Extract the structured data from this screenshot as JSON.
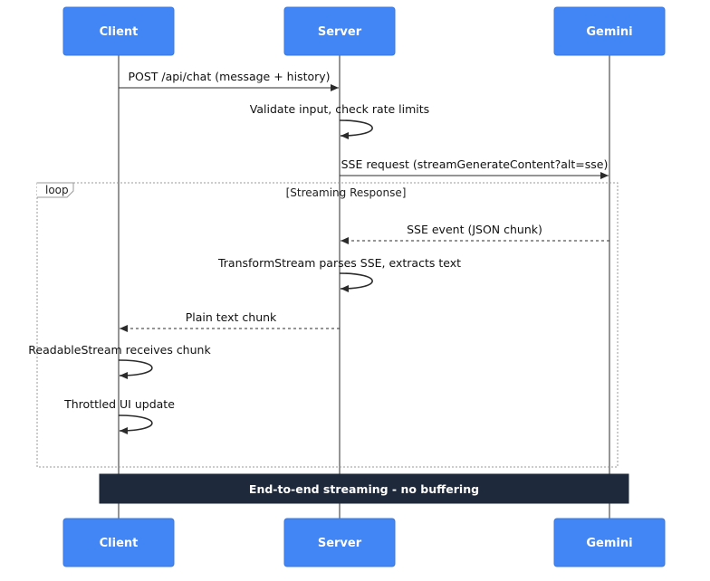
{
  "participants": {
    "client": "Client",
    "server": "Server",
    "gemini": "Gemini"
  },
  "messages": {
    "post_chat": "POST /api/chat (message + history)",
    "validate": "Validate input, check rate limits",
    "sse_request": "SSE request (streamGenerateContent?alt=sse)",
    "sse_event": "SSE event (JSON chunk)",
    "transform": "TransformStream parses SSE, extracts text",
    "plain_chunk": "Plain text chunk",
    "readable": "ReadableStream receives chunk",
    "throttled": "Throttled UI update"
  },
  "loop": {
    "keyword": "loop",
    "condition": "[Streaming Response]"
  },
  "note": {
    "text": "End-to-end streaming - no buffering"
  },
  "colors": {
    "participant_fill": "#4285f4",
    "note_fill": "#1e293b",
    "line": "#2b2b2b",
    "loop_border": "#999999"
  }
}
